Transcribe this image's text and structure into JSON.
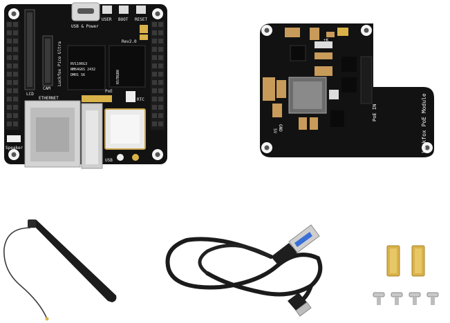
{
  "main_board": {
    "silk_top": [
      "USB & Power",
      "USER",
      "BOOT",
      "RESET"
    ],
    "rev": "Rev2.0",
    "lcd": "LCD",
    "cam": "CAM",
    "ethernet": "ETHERNET",
    "product": "Luckfox Pico Ultra",
    "poe": "PoE",
    "rtc": "RTC",
    "speaker": "Speaker",
    "usb": "USB",
    "chip1": [
      "RV1106G3",
      "NM64G6S 2432",
      "DM01 S6"
    ],
    "chip2": "RS7BGB0"
  },
  "poe_module": {
    "poe_in": "PoE IN",
    "gnd": "GND",
    "v5": "5V",
    "title": "Luckfox PoE Module",
    "plus_k": "+K"
  },
  "colors": {
    "pcb": "#111111",
    "pin": "#2b2b2b",
    "gold": "#d9b24a",
    "silver": "#c9c9c9"
  }
}
